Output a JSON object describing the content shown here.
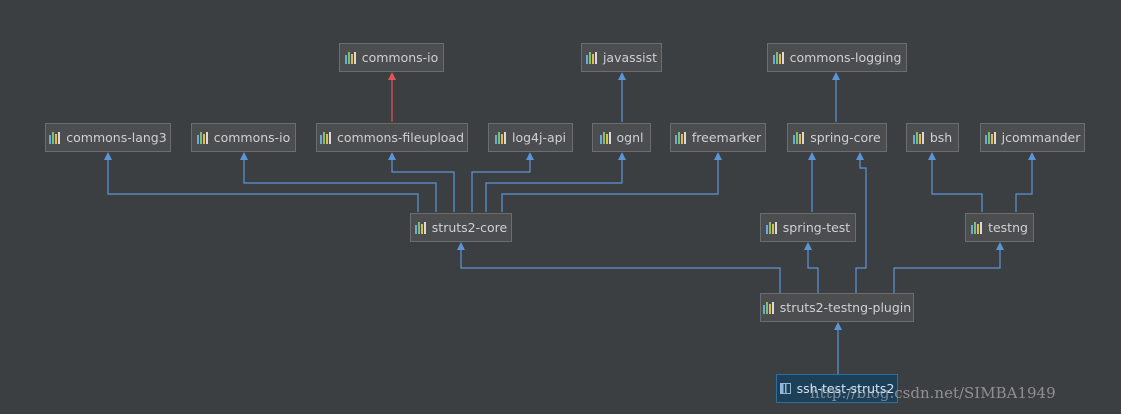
{
  "colors": {
    "background": "#3c3f41",
    "edge": "#5b95d6",
    "conflict_edge": "#e05555",
    "node_fill": "#4b4d4f",
    "node_border": "#6b6e70",
    "root_fill": "#1e3f58"
  },
  "nodes": {
    "commons_io_top": "commons-io",
    "javassist": "javassist",
    "commons_logging": "commons-logging",
    "commons_lang3": "commons-lang3",
    "commons_io": "commons-io",
    "commons_fileupload": "commons-fileupload",
    "log4j_api": "log4j-api",
    "ognl": "ognl",
    "freemarker": "freemarker",
    "spring_core": "spring-core",
    "bsh": "bsh",
    "jcommander": "jcommander",
    "struts2_core": "struts2-core",
    "spring_test": "spring-test",
    "testng": "testng",
    "struts2_testng_plugin": "struts2-testng-plugin",
    "ssh_test_struts2": "ssh-test-struts2"
  },
  "node_icons": {
    "library": "maven-library-icon",
    "module": "module-icon"
  },
  "watermark": "http://blog.csdn.net/SIMBA1949"
}
